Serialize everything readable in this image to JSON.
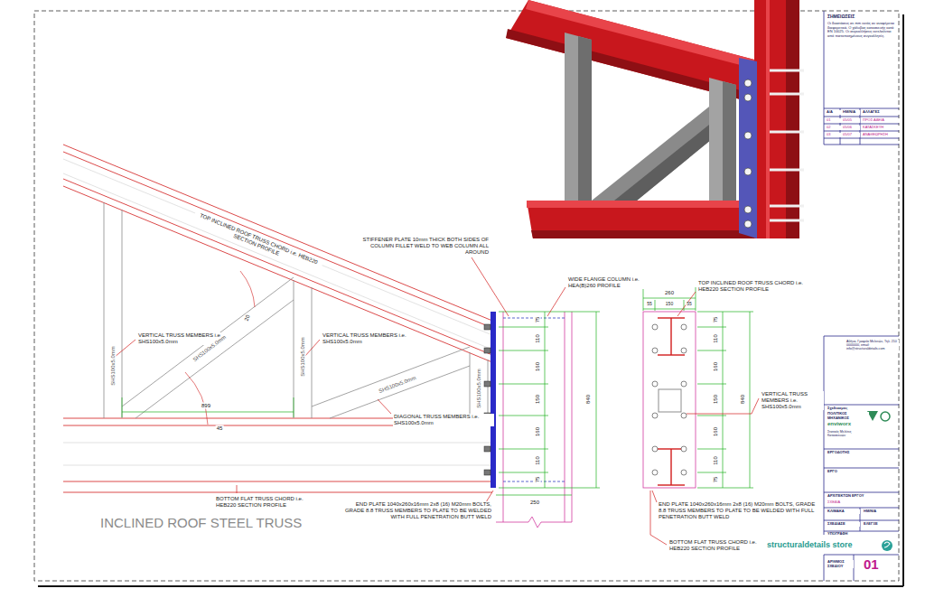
{
  "diagram": {
    "title": "INCLINED ROOF STEEL TRUSS",
    "labels": [
      "STIFFENER PLATE 10mm THICK BOTH SIDES OF COLUMN FILLET WELD TO WEB COLUMN ALL AROUND",
      "TOP INCLINED ROOF TRUSS CHORD i.e. HEB220 SECTION PROFILE",
      "VERTICAL TRUSS MEMBERS i.e. SHS100x5.0mm",
      "VERTICAL TRUSS MEMBERS i.e. SHS100x5.0mm",
      "DIAGONAL TRUSS MEMBERS i.e. SHS100x5.0mm",
      "BOTTOM FLAT TRUSS CHORD i.e. HEB220 SECTION PROFILE",
      "899",
      "45",
      "20",
      "SHS100x5.0mm",
      "SHS100x5.0mm",
      "SHS100x5.0mm",
      "SHS100x5.0mm",
      "SHS100x5.0mm",
      "WIDE FLANGE COLUMN i.e. HEA(B)260 PROFILE",
      "TOP INCLINED ROOF TRUSS CHORD i.e. HEB220 SECTION PROFILE",
      "VERTICAL TRUSS MEMBERS i.e. SHS100x5.0mm",
      "END PLATE 1040x260x16mm 2x8 (16) M20mm BOLTS, GRADE 8.8 TRUSS MEMBERS TO PLATE TO BE WELDED WITH FULL PENETRATION BUTT WELD",
      "END PLATE 1040x260x16mm 2x8 (16) M20mm BOLTS, GRADE 8.8 TRUSS MEMBERS TO PLATE TO BE WELDED WITH FULL PENETRATION BUTT WELD",
      "BOTTOM FLAT TRUSS CHORD i.e. HEB220 SECTION PROFILE",
      "75",
      "110",
      "160",
      "150",
      "160",
      "110",
      "75",
      "840",
      "250",
      "260",
      "55",
      "150",
      "55",
      "75",
      "110",
      "160",
      "150",
      "160",
      "110",
      "75",
      "840",
      "ΣΗΜΕΙΩΣΕΙΣ",
      "Οι διαστάσεις σε mm εκτός αν αναφέρεται διαφορετικά. Ο χάλυβας κατασκευής κατά EN 10025. Οι συγκολλήσεις εκτελούνται από πιστοποιημένους συγκολλητές.",
      "Α/Α",
      "ΗΜ/ΝΙΑ",
      "ΑΛΛΑΓΕΣ",
      "01",
      "05/05",
      "ΠΡΟΣ ΑΔΕΙΑ",
      "02",
      "05/06",
      "ΚΑΤΑΣΚΕΥΗ",
      "03",
      "05/07",
      "ΑΝΑΘΕΩΡΗΣΗ",
      "Αθήνα, Γραφείο Μελετών, Τηλ. 210 0000000, email: info@structuraldetails.com",
      "Σχεδιασμός",
      "ΠΟΛΙΤΙΚΟΣ ΜΗΧΑΝΙΚΟΣ",
      "enviworx",
      "Στατικές Μελέτες Κατασκευών",
      "ΕΡΓΟΔΟΤΗΣ",
      "ΕΡΓΟ",
      "ΑΡΧΙΤΕΚΤΩΝ ΕΡΓΟΥ",
      "ΣΧΕΔΙΑ",
      "ΚΛΙΜΑΚΑ",
      "ΗΜ/ΝΙΑ",
      "ΣΧΕΔΙΑΣΕ",
      "ΕΛΕΓΞΕ",
      "ΥΠΟΓΡΑΦΗ",
      "structuraldetails store",
      "ΑΡΙΘΜΟΣ ΣΧΕΔΙΟΥ",
      "01"
    ]
  }
}
